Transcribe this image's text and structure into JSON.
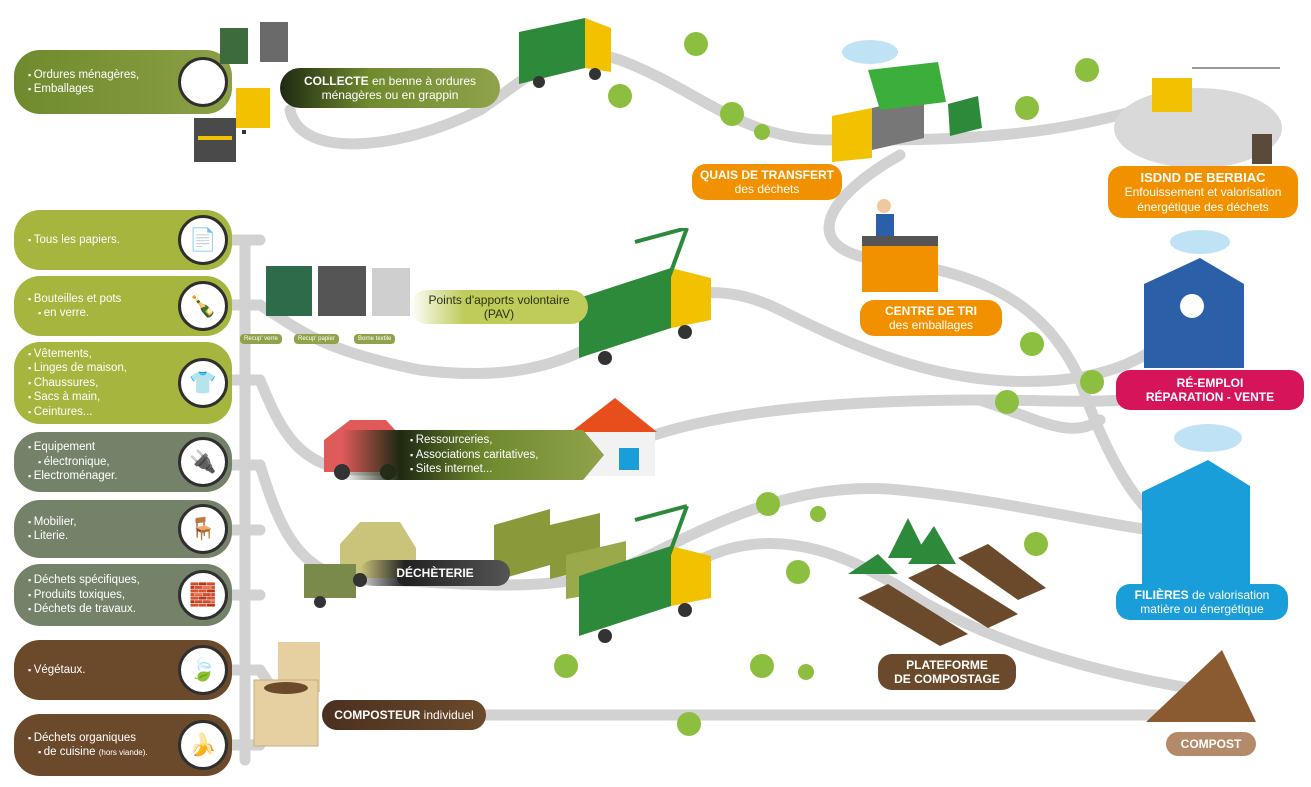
{
  "categories": [
    {
      "id": "omr",
      "items": [
        "Ordures ménagères,",
        "Emballages"
      ],
      "color": "#6f8a2e",
      "icon": "trash-bag-icon"
    },
    {
      "id": "papiers",
      "items": [
        "Tous les papiers."
      ],
      "color": "#a5b53d",
      "icon": "paper-icon"
    },
    {
      "id": "verre",
      "items": [
        "Bouteilles et pots",
        "en verre."
      ],
      "color": "#a5b53d",
      "icon": "bottle-icon"
    },
    {
      "id": "textile",
      "items": [
        "Vêtements,",
        "Linges de maison,",
        "Chaussures,",
        "Sacs à main,",
        "Ceintures..."
      ],
      "color": "#a5b53d",
      "icon": "clothes-icon"
    },
    {
      "id": "deee",
      "items": [
        "Equipement",
        "électronique,",
        "Electroménager."
      ],
      "color": "#75826a",
      "icon": "appliance-icon"
    },
    {
      "id": "mobilier",
      "items": [
        "Mobilier,",
        "Literie."
      ],
      "color": "#75826a",
      "icon": "chair-icon"
    },
    {
      "id": "specifiques",
      "items": [
        "Déchets spécifiques,",
        "Produits toxiques,",
        "Déchets de travaux."
      ],
      "color": "#75826a",
      "icon": "brick-icon"
    },
    {
      "id": "vegetaux",
      "items": [
        "Végétaux."
      ],
      "color": "#6b4a2c",
      "icon": "leaf-icon"
    },
    {
      "id": "organiques",
      "items": [
        "Déchets organiques",
        "de cuisine"
      ],
      "suffix": "(hors viande).",
      "color": "#6b4a2c",
      "icon": "food-scraps-icon"
    }
  ],
  "labels": {
    "collecte": {
      "bold": "COLLECTE",
      "rest": " en benne à ordures",
      "line2": "ménagères ou en grappin"
    },
    "pav": {
      "line1": "Points d'apports volontaire",
      "line2": "(PAV)"
    },
    "pav_tags": [
      "Recup' verre",
      "Recup' papier",
      "Borne textile"
    ],
    "ressourceries": [
      "Ressourceries,",
      "Associations caritatives,",
      "Sites internet..."
    ],
    "decheterie": "DÉCHÈTERIE",
    "composteur": {
      "bold": "COMPOSTEUR",
      "rest": " individuel"
    },
    "quais": {
      "line1": "QUAIS DE TRANSFERT",
      "line2": "des déchets"
    },
    "centre_tri": {
      "line1": "CENTRE DE TRI",
      "line2": "des emballages"
    },
    "isdnd": {
      "line1": "ISDND DE BERBIAC",
      "line2": "Enfouissement et valorisation",
      "line3": "énergétique des déchets"
    },
    "reemploi": {
      "line1": "RÉ-EMPLOI",
      "line2": "RÉPARATION - VENTE"
    },
    "filieres": {
      "bold": "FILIÈRES",
      "rest": " de valorisation",
      "line2": "matière ou énergétique"
    },
    "plateforme": {
      "line1": "PLATEFORME",
      "line2": "DE COMPOSTAGE"
    },
    "compost": "COMPOST"
  },
  "colors": {
    "road": "#cfcfcf",
    "orange": "#f29100",
    "pink": "#d6145a",
    "blue": "#1a9ed9",
    "brown": "#6b4a2c",
    "tree": "#8cbf3f"
  }
}
